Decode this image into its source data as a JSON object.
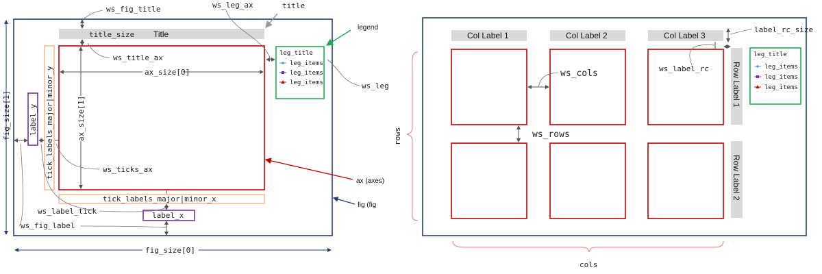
{
  "left": {
    "labels": {
      "ws_fig_title": "ws_fig_title",
      "ws_leg_ax": "ws_leg_ax",
      "title_arrow": "title",
      "legend_arrow": "legend",
      "title_size": "title_size",
      "title": "Title",
      "ws_title_ax": "ws_title_ax",
      "ax_size0": "ax_size[0]",
      "ax_size1": "ax_size[1]",
      "fig_size1": "fig_size[1]",
      "label_y": "label_y",
      "tick_labels_y": "tick_labels_major|minor_y",
      "ws_ticks_ax": "ws_ticks_ax",
      "tick_labels_x": "tick_labels_major|minor_x",
      "ws_label_tick": "ws_label_tick",
      "label_x": "label_x",
      "ws_fig_label": "ws_fig_label",
      "fig_size0": "fig_size[0]",
      "ws_leg": "ws_leg",
      "ax_axes": "ax (axes)",
      "fig_fig": "fig (fig"
    },
    "legend": {
      "title": "leg_title",
      "items": [
        "leg_items",
        "leg_items",
        "leg_items"
      ],
      "item_colors": [
        "#5b9bd5",
        "#7030a0",
        "#c00000"
      ]
    }
  },
  "right": {
    "col_labels": [
      "Col Label 1",
      "Col Label 2",
      "Col Label 3"
    ],
    "row_labels": [
      "Row Label 1",
      "Row Label 2"
    ],
    "labels": {
      "label_rc_size": "label_rc_size",
      "ws_label_rc": "ws_label_rc",
      "ws_cols": "ws_cols",
      "ws_rows": "ws_rows",
      "rows": "rows",
      "cols": "cols"
    },
    "legend": {
      "title": "leg_title",
      "items": [
        "leg_items",
        "leg_items",
        "leg_items"
      ],
      "item_colors": [
        "#5b9bd5",
        "#7030a0",
        "#c00000"
      ]
    }
  },
  "colors": {
    "axes": "#c00000",
    "figure": "#1f3f6e",
    "legend": "#22aa55",
    "tick_box": "#f4b183",
    "label_box": "#7030a0",
    "label_fill": "#d9d9d9"
  }
}
